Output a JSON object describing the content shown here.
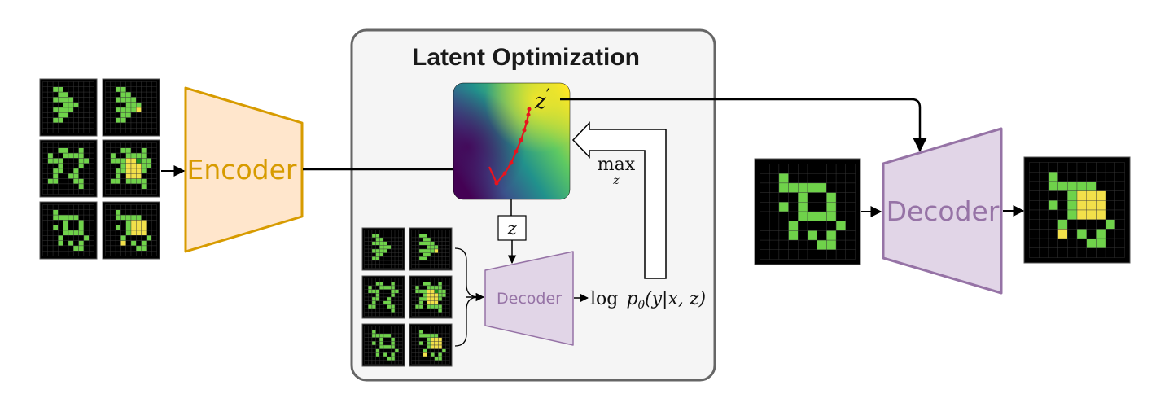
{
  "title": "Latent Optimization",
  "encoder": {
    "label": "Encoder"
  },
  "decoder_main": {
    "label": "Decoder"
  },
  "decoder_inner": {
    "label": "Decoder"
  },
  "math": {
    "z_prime_base": "z",
    "z_prime_mark": "′",
    "z_box": "z",
    "max_word": "max",
    "max_sub": "z",
    "log_word": "log",
    "p_char": "p",
    "theta_char": "θ",
    "log_args": "(y|x, z)"
  },
  "colors": {
    "encoder_fill": "#ffe6cc",
    "encoder_stroke": "#d79b00",
    "decoder_fill": "#e1d5e7",
    "decoder_stroke": "#9673a6",
    "panel_fill": "#f5f5f5",
    "panel_stroke": "#666666",
    "grid_light_green": "#6fd24a",
    "grid_dark_green": "#1e8c1e",
    "grid_yellow": "#f2e04a",
    "optimization_path": "#e8141e"
  },
  "grids": {
    "size": 10,
    "pair1_input": [
      "0000000000",
      "0011000000",
      "0001100000",
      "0011110000",
      "0000111000",
      "0011110000",
      "0001100000",
      "0011000000",
      "0000000000",
      "0000000000"
    ],
    "pair1_output": [
      "0000000000",
      "0011000000",
      "0001100000",
      "0011110000",
      "0000111000",
      "0011113000",
      "0001100000",
      "0011000000",
      "0000000000",
      "0000000000"
    ],
    "pair2_input": [
      "0000000000",
      "0001100100",
      "0100111100",
      "0111000110",
      "0001000100",
      "0011001000",
      "0010011000",
      "0110001100",
      "0000000100",
      "0000000000"
    ],
    "pair2_output": [
      "0000000000",
      "0001100100",
      "0100111100",
      "0111332110",
      "0001333110",
      "0011333100",
      "0010333000",
      "0110111100",
      "0000000100",
      "0000000000"
    ],
    "pair3_input": [
      "0000000000",
      "0010000000",
      "0011111000",
      "0000100100",
      "0010100100",
      "0000111100",
      "0001000010",
      "0001010100",
      "0000001100",
      "0000000000"
    ],
    "pair3_output": [
      "0000000000",
      "0010000000",
      "0011111000",
      "0000133300",
      "0010133300",
      "0000133300",
      "0001000010",
      "0003010100",
      "0000001100",
      "0000000000"
    ]
  }
}
